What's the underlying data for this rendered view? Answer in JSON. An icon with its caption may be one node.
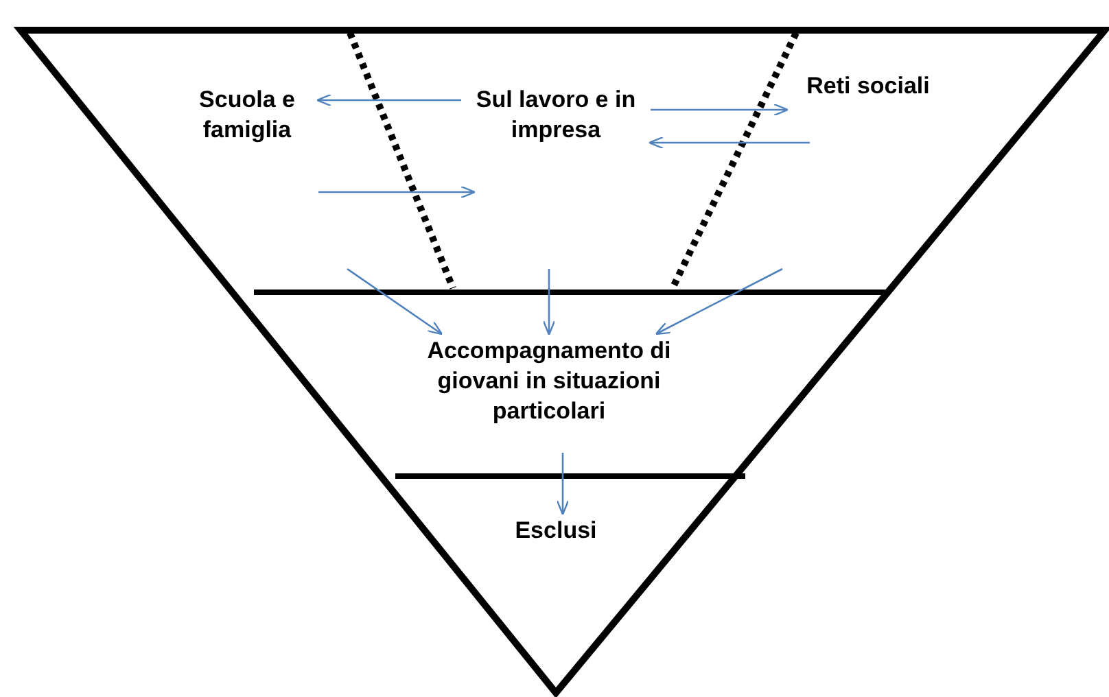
{
  "diagram": {
    "nodes": [
      {
        "text": [
          "Scuola e famiglia"
        ]
      },
      {
        "text": [
          "Sul lavoro e in impresa"
        ]
      },
      {
        "text": [
          "Reti sociali"
        ]
      },
      {
        "text": [
          "Accompagnamento di giovani in situazioni particolari"
        ]
      },
      {
        "text": [
          "Esclusi"
        ]
      }
    ],
    "edges": [
      {
        "from": 1,
        "to": 0,
        "arrow": "to"
      },
      {
        "from": 0,
        "to": 1,
        "arrow": "to"
      },
      {
        "from": 1,
        "to": 2,
        "arrow": "to"
      },
      {
        "from": 2,
        "to": 1,
        "arrow": "to"
      },
      {
        "from": null,
        "to": 3,
        "arrow": "to"
      },
      {
        "from": null,
        "to": 3,
        "arrow": "to"
      },
      {
        "from": null,
        "to": 3,
        "arrow": "to"
      },
      {
        "from": 3,
        "to": 4,
        "arrow": "to"
      }
    ]
  }
}
